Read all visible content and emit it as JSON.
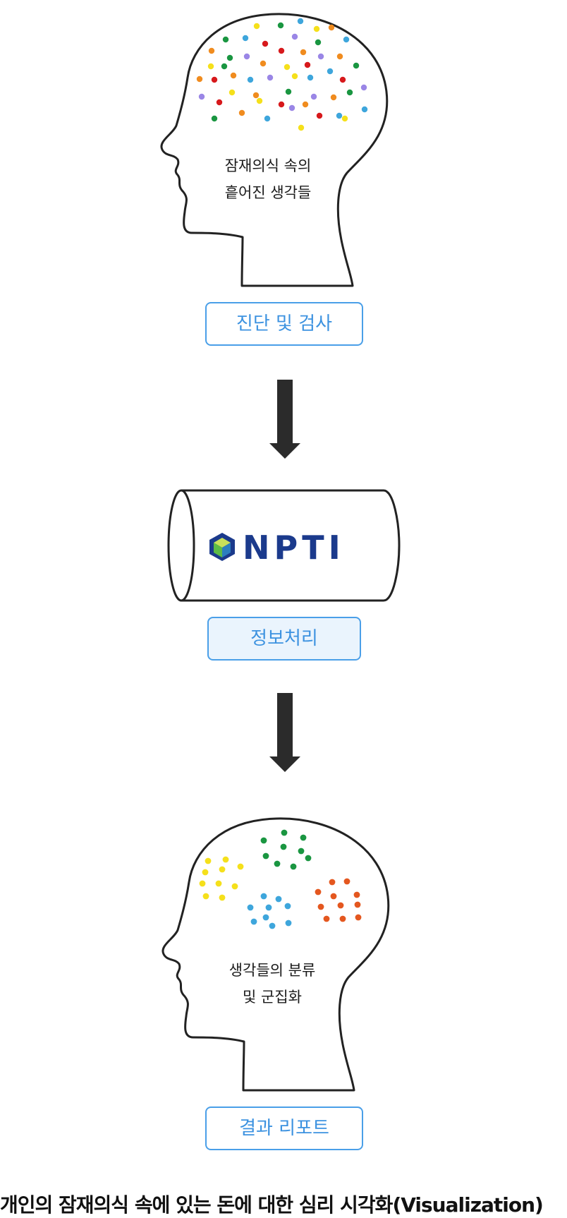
{
  "head_top": {
    "label_line1": "잠재의식 속의",
    "label_line2": "흩어진 생각들"
  },
  "step1": {
    "label": "진단 및 검사"
  },
  "cylinder": {
    "logo_text": "NPTI",
    "logo_icon": "hexagon-cube-logo"
  },
  "step2": {
    "label": "정보처리"
  },
  "head_bottom": {
    "label_line1": "생각들의 분류",
    "label_line2": "및 군집화"
  },
  "step3": {
    "label": "결과 리포트"
  },
  "caption": "개인의 잠재의식 속에 있는 돈에 대한 심리 시각화(Visualization)",
  "colors": {
    "outline": "#222222",
    "box_border": "#4a9fe8",
    "box_text": "#3c92e0",
    "box_fill": "#eaf4fd",
    "arrow": "#2b2b2b",
    "logo_blue": "#1b3a8c",
    "logo_cube_light": "#c9e05a",
    "logo_cube_mid": "#5dbb46",
    "logo_cube_dark": "#2c7fbf",
    "dot_green": "#1a9641",
    "dot_yellow": "#f5e01b",
    "dot_blue": "#3ea6dc",
    "dot_orange": "#f08c1f",
    "dot_red": "#d7191c",
    "dot_purple": "#9a86e6",
    "dot_red_orange": "#e4571f"
  }
}
